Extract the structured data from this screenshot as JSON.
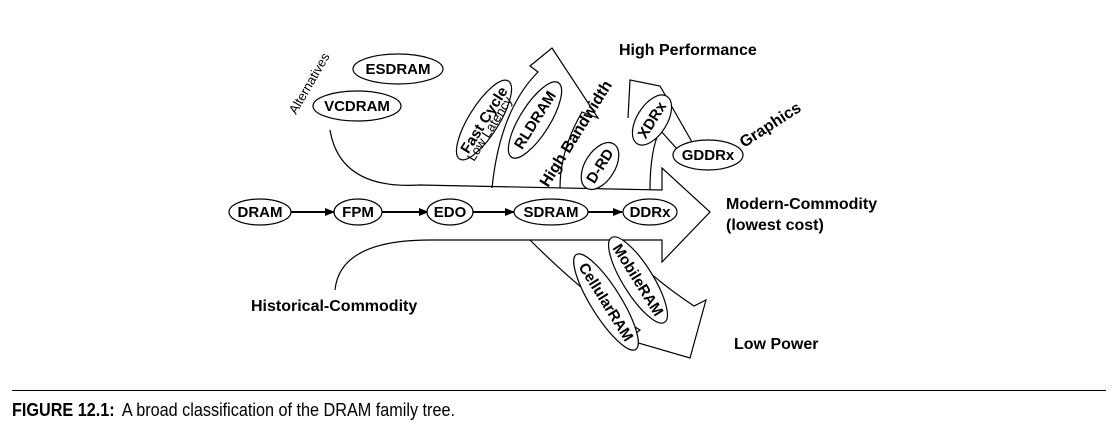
{
  "diagram": {
    "main_chain": [
      "DRAM",
      "FPM",
      "EDO",
      "SDRAM",
      "DDRx"
    ],
    "regions": {
      "alternatives": "Alternatives",
      "high_performance": "High Performance",
      "graphics": "Graphics",
      "modern_commodity_1": "Modern-Commodity",
      "modern_commodity_2": "(lowest cost)",
      "historical_commodity": "Historical-Commodity",
      "low_power": "Low Power",
      "high_bandwidth": "High Bandwidth",
      "low_latency": "Low Latency"
    },
    "branch_nodes": {
      "esdram": "ESDRAM",
      "vcdram": "VCDRAM",
      "fast_cycle": "Fast Cycle",
      "rldram": "RLDRAM",
      "xdrx": "XDRx",
      "drd": "D-RD",
      "gddrx": "GDDRx",
      "mobileram": "MobileRAM",
      "cellularram": "CellularRAM"
    }
  },
  "caption": {
    "figure_number": "FIGURE 12.1:",
    "text": "A broad classification of the DRAM family tree."
  }
}
